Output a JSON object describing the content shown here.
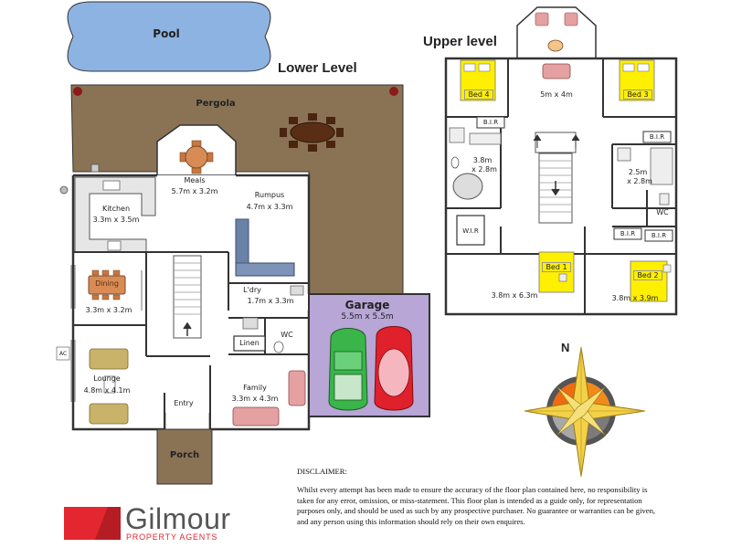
{
  "lower_level": {
    "title": "Lower Level",
    "pool": "Pool",
    "pergola": "Pergola",
    "meals": {
      "name": "Meals",
      "size": "5.7m x 3.2m"
    },
    "kitchen": {
      "name": "Kitchen",
      "size": "3.3m x 3.5m"
    },
    "rumpus": {
      "name": "Rumpus",
      "size": "4.7m x 3.3m"
    },
    "dining": {
      "name": "Dining",
      "size": "3.3m x 3.2m"
    },
    "laundry": {
      "name": "L'dry",
      "size": "1.7m x 3.3m"
    },
    "linen": "Linen",
    "wc": "WC",
    "lounge": {
      "name": "Lounge",
      "size": "4.8m x 4.1m"
    },
    "entry": "Entry",
    "family": {
      "name": "Family",
      "size": "3.3m x 4.3m"
    },
    "porch": "Porch",
    "ac": "AC",
    "garage": {
      "name": "Garage",
      "size": "5.5m x 5.5m"
    }
  },
  "upper_level": {
    "title": "Upper level",
    "bed4": "Bed 4",
    "bed3": "Bed 3",
    "bed1": "Bed 1",
    "bed2": "Bed 2",
    "bir": "B.I.R",
    "wir": "W.I.R",
    "wc": "WC",
    "landing_size": "5m x 4m",
    "ensuite_size_a": "3.8m",
    "ensuite_size_b": "x 2.8m",
    "bath_size_a": "2.5m",
    "bath_size_b": "x 2.8m",
    "bed1_size": "3.8m x 6.3m",
    "bed2_size": "3.8m x 3.9m"
  },
  "compass": {
    "north": "N"
  },
  "brand": {
    "name": "Gilmour",
    "tagline": "PROPERTY AGENTS",
    "color": "#e3262f"
  },
  "disclaimer": {
    "heading": "DISCLAIMER:",
    "body": "Whilst every attempt has been made to ensure the accuracy of the floor plan contained here, no responsibility is taken for any error, omission, or miss-statement. This floor plan is intended as a guide only, for representation purposes only, and should be used as such by any prospective purchaser. No guarantee or warranties can be given, and any person using this information should rely on their own enquires."
  },
  "colors": {
    "pool": "#8db3e2",
    "pergola": "#8a7355",
    "garage": "#b7a6d6",
    "bed_tag": "#ffef00"
  }
}
